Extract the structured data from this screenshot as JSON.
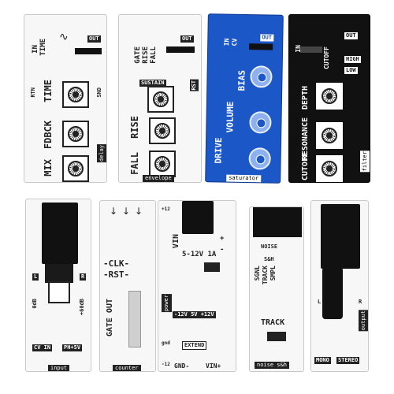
{
  "colors": {
    "board_white": "#f7f7f7",
    "board_black": "#111111",
    "board_blue": "#1c57c7",
    "silk_dark": "#222222",
    "silk_light": "#ffffff"
  },
  "delay": {
    "in": "IN",
    "time_top": "TIME",
    "out": "OUT",
    "rtn": "RTN",
    "snd": "SND",
    "time": "TIME",
    "fdbck": "FDBCK",
    "mix": "MIX",
    "footer": "delay"
  },
  "envelope": {
    "gate": "GATE",
    "rise_top": "RISE",
    "fall_top": "FALL",
    "out": "OUT",
    "sustain": "SUSTAIN",
    "rst": "RST",
    "rise": "RISE",
    "fall": "FALL",
    "footer": "envelope"
  },
  "saturator": {
    "in": "IN",
    "cv": "CV",
    "out": "OUT",
    "drive": "DRIVE",
    "volume": "VOLUME",
    "bias": "BIAS",
    "footer": "saturator"
  },
  "filter": {
    "in": "IN",
    "cutoff_top": "CUTOFF",
    "out": "OUT",
    "high": "HIGH",
    "low": "LOW",
    "depth": "DEPTH",
    "cutoff": "CUTOFF",
    "resonance": "RESONANCE",
    "footer": "filter"
  },
  "input": {
    "l": "L",
    "r": "R",
    "db0": "0dB",
    "db60": "+60dB",
    "cvin": "CV IN",
    "ph5v": "PH+5V",
    "footer": "input"
  },
  "counter": {
    "clk": "-CLK-",
    "rst": "-RST-",
    "gate_out": "GATE OUT",
    "footer": "counter"
  },
  "power": {
    "p12": "+12",
    "vin": "VIN",
    "range": "5-12V 1A",
    "plus": "+",
    "minus": "-",
    "power": "power",
    "rails": "-12V 5V +12V",
    "gnd": "gnd",
    "m12": "-12",
    "extend": "EXTEND",
    "gnd_minus": "GND-",
    "vin_plus": "VIN+"
  },
  "noise": {
    "noise": "NOISE",
    "sh": "S&H",
    "sgnl": "SGNL",
    "track": "TRACK",
    "smpl": "SMPL",
    "track_big": "TRACK",
    "footer": "noise s&h"
  },
  "output": {
    "l": "L",
    "r": "R",
    "footer": "output",
    "mono": "MONO",
    "stereo": "STEREO"
  }
}
